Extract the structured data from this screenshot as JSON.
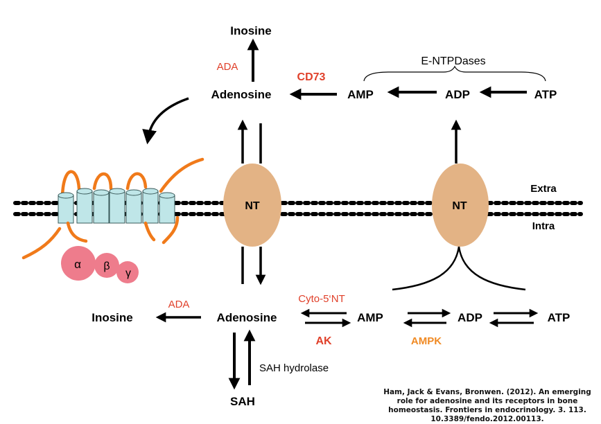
{
  "labels": {
    "inosine_top": "Inosine",
    "ada_top": "ADA",
    "adenosine_top": "Adenosine",
    "cd73": "CD73",
    "amp_top": "AMP",
    "adp_top": "ADP",
    "atp_top": "ATP",
    "entpdases": "E-NTPDases",
    "extra": "Extra",
    "intra": "Intra",
    "nt_left": "NT",
    "nt_right": "NT",
    "alpha": "α",
    "beta": "β",
    "gamma": "γ",
    "ada_bottom": "ADA",
    "inosine_bottom": "Inosine",
    "adenosine_bottom": "Adenosine",
    "cyto5nt": "Cyto-5‘NT",
    "amp_bottom": "AMP",
    "adp_bottom": "ADP",
    "atp_bottom": "ATP",
    "ak": "AK",
    "ampk": "AMPK",
    "sah_hydrolase": "SAH hydrolase",
    "sah": "SAH"
  },
  "citation": "Ham, Jack & Evans, Bronwen. (2012). An emerging role for adenosine and its receptors in bone homeostasis. Frontiers in endocrinology. 3. 113. 10.3389/fendo.2012.00113.",
  "colors": {
    "enzyme_red": "#e0402a",
    "ampk_orange": "#f08a24",
    "nt_fill": "#e3b385",
    "receptor_cylinder": "#bfe6e8",
    "g_protein": "#ee7c8c",
    "loop_orange": "#f07a1a"
  }
}
